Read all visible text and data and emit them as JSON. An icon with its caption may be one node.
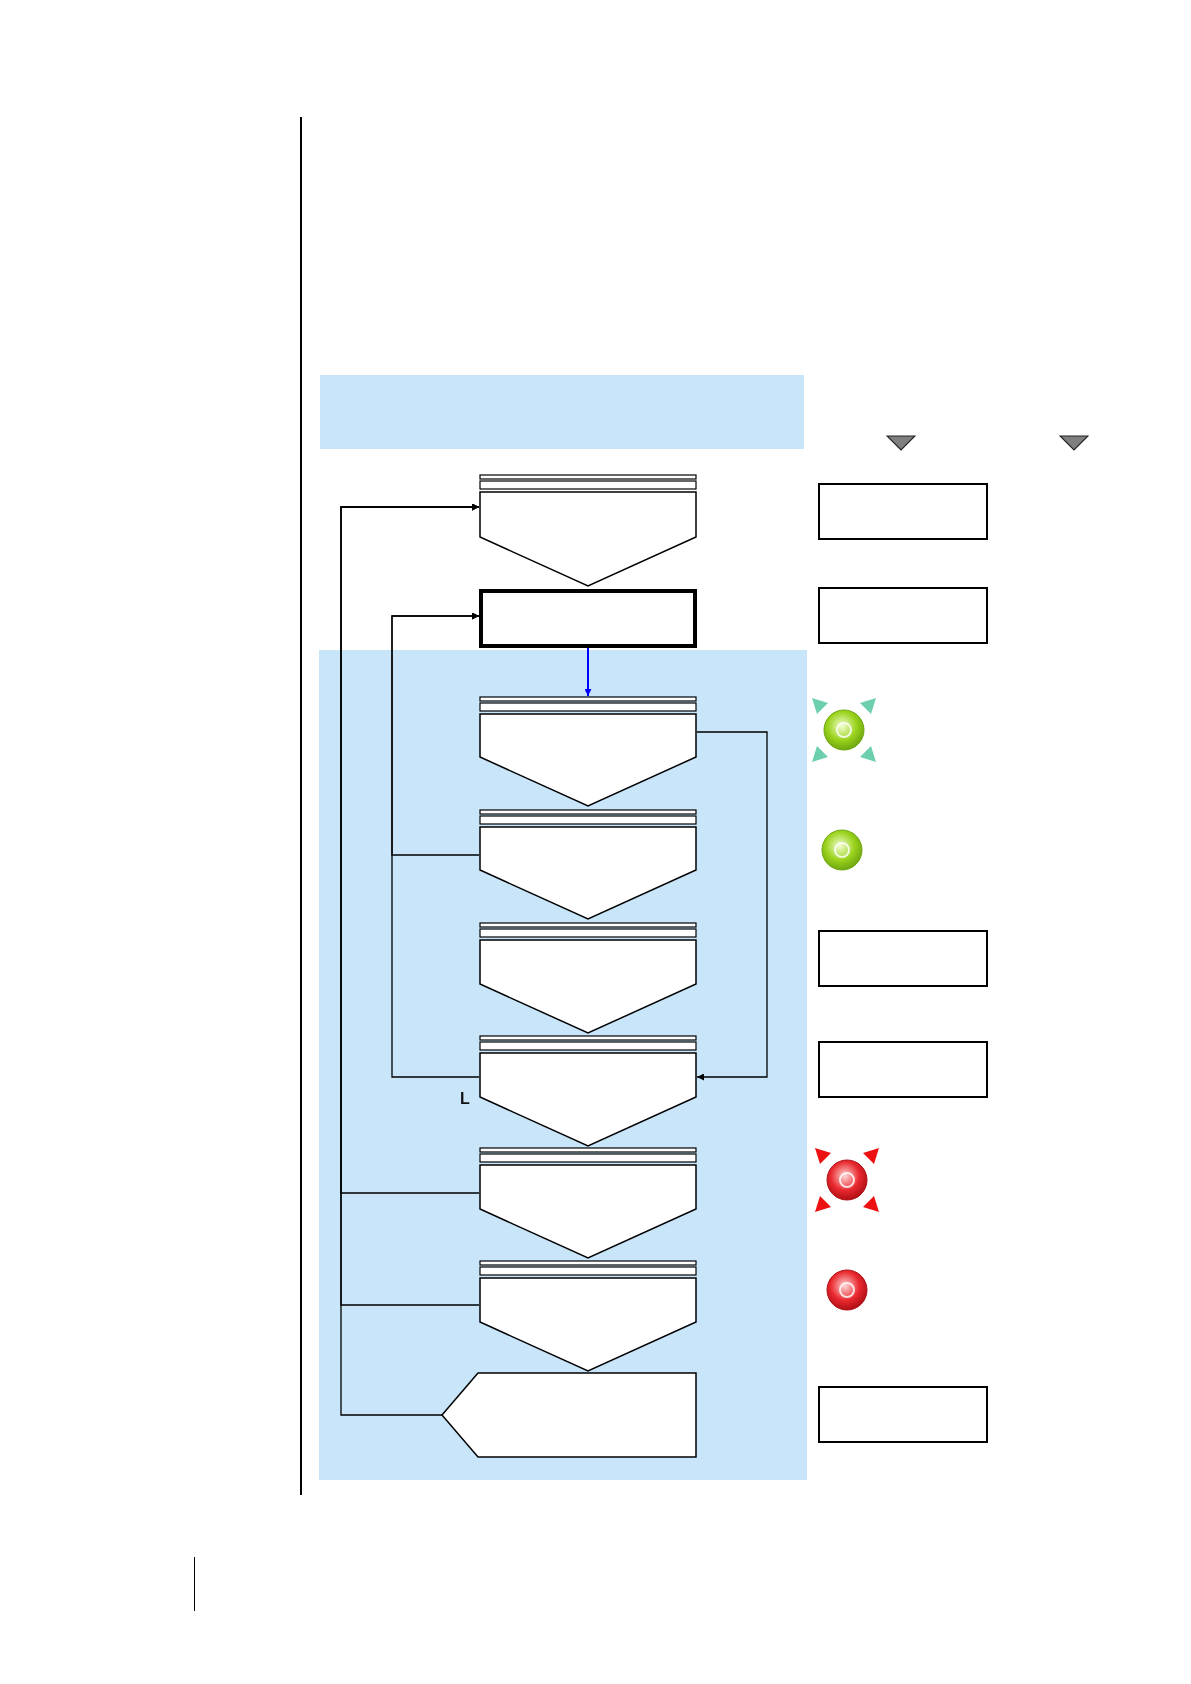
{
  "diagram": {
    "nodes": [
      {
        "text": [],
        "shape": "band"
      },
      {
        "text": [],
        "shape": "pentagon"
      },
      {
        "text": [],
        "shape": "box"
      },
      {
        "text": [],
        "shape": "band"
      },
      {
        "text": [],
        "shape": "pentagon",
        "in": 3
      },
      {
        "text": [],
        "shape": "pentagon",
        "in": 3
      },
      {
        "text": [],
        "shape": "pentagon",
        "in": 3
      },
      {
        "text": [],
        "shape": "pentagon",
        "in": 3
      },
      {
        "text": [],
        "shape": "pentagon",
        "in": 3
      },
      {
        "text": [],
        "shape": "pentagon",
        "in": 3
      },
      {
        "text": [],
        "shape": "pentagon",
        "in": 3
      },
      {
        "text": [],
        "shape": "box"
      },
      {
        "text": [],
        "shape": "box"
      },
      {
        "text": [],
        "shape": "box"
      },
      {
        "text": [],
        "shape": "box"
      },
      {
        "text": [],
        "shape": "box"
      }
    ],
    "edges": [
      {
        "from": 2,
        "to": 4,
        "arrow": "to",
        "color": "#0000ff"
      },
      {
        "from": 4,
        "to": 7,
        "arrow": "to"
      },
      {
        "from": 5,
        "to": 2,
        "arrow": "to"
      },
      {
        "from": 7,
        "to": 2,
        "arrow": "to"
      },
      {
        "from": 8,
        "to": 1,
        "arrow": "to"
      },
      {
        "from": 9,
        "to": 1,
        "arrow": "to"
      },
      {
        "from": 10,
        "to": 1,
        "arrow": "to"
      }
    ],
    "labels": [
      "L"
    ]
  }
}
